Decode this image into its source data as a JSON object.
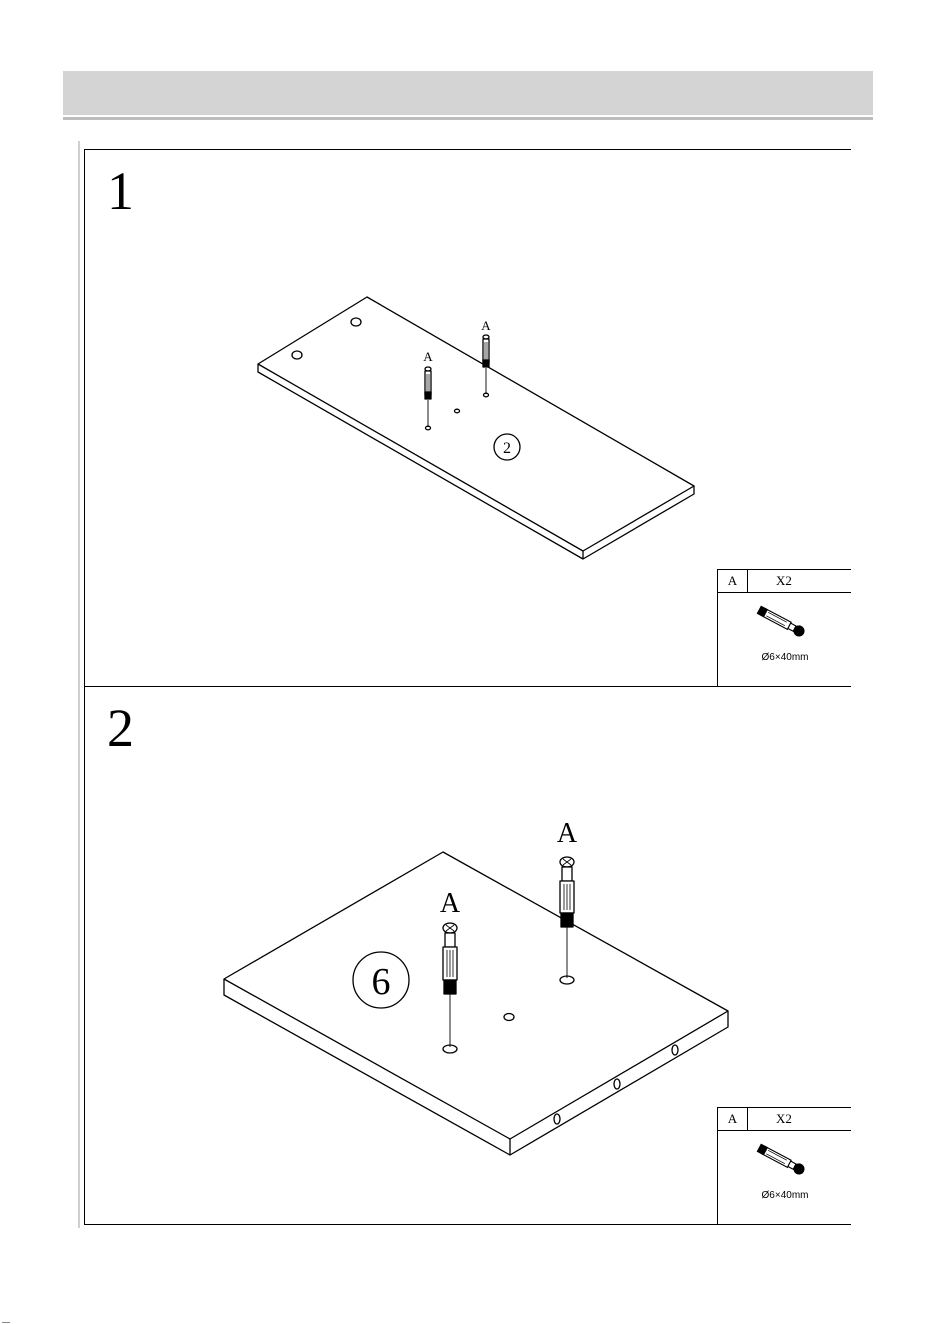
{
  "steps": [
    {
      "number": "1",
      "panel_callout": "2",
      "part_labels": [
        "A",
        "A"
      ],
      "hardware": {
        "letter": "A",
        "quantity": "X2",
        "size": "Ø6×40mm",
        "icon": "cam-bolt-icon"
      }
    },
    {
      "number": "2",
      "panel_callout": "6",
      "part_labels": [
        "A",
        "A"
      ],
      "hardware": {
        "letter": "A",
        "quantity": "X2",
        "size": "Ø6×40mm",
        "icon": "cam-bolt-icon"
      }
    }
  ],
  "colors": {
    "header_bar": "#d4d4d4",
    "line": "#000000"
  }
}
